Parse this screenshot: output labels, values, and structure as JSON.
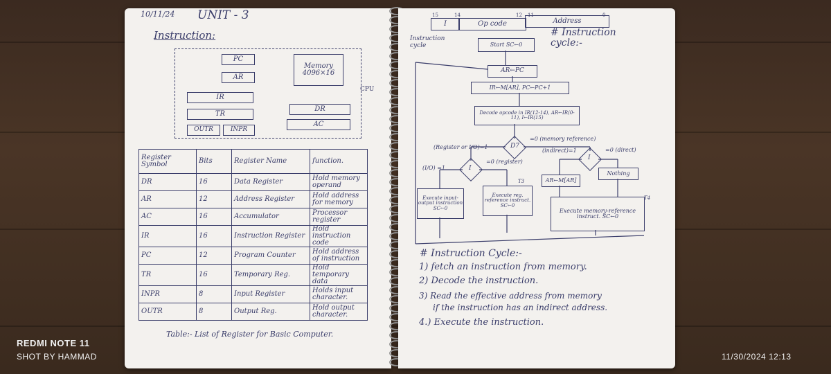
{
  "left_page": {
    "date": "10/11/24",
    "unit": "UNIT - 3",
    "heading": "Instruction:",
    "cpu_label": "CPU",
    "registers": {
      "pc": "PC",
      "ar": "AR",
      "ir": "IR",
      "tr": "TR",
      "outr": "OUTR",
      "inpr": "INPR",
      "dr": "DR",
      "ac": "AC"
    },
    "memory_line1": "Memory",
    "memory_line2": "4096×16",
    "table": {
      "headers": [
        "Register Symbol",
        "Bits",
        "Register Name",
        "function."
      ],
      "rows": [
        [
          "DR",
          "16",
          "Data Register",
          "Hold memory operand"
        ],
        [
          "AR",
          "12",
          "Address Register",
          "Hold address for memory"
        ],
        [
          "AC",
          "16",
          "Accumulator",
          "Processor register"
        ],
        [
          "IR",
          "16",
          "Instruction Register",
          "Hold instruction code"
        ],
        [
          "PC",
          "12",
          "Program Counter",
          "Hold address of instruction"
        ],
        [
          "TR",
          "16",
          "Temporary Reg.",
          "Hold temporary data"
        ],
        [
          "INPR",
          "8",
          "Input Register",
          "Holds input character."
        ],
        [
          "OUTR",
          "8",
          "Output Reg.",
          "Hold output character."
        ]
      ]
    },
    "caption": "Table:- List of Register for Basic Computer."
  },
  "right_page": {
    "format": {
      "bit15": "15",
      "bit14": "14",
      "bit12": "12",
      "bit11": "11",
      "bit0": "0",
      "i": "I",
      "opcode": "Op code",
      "address": "Address"
    },
    "instruction_cycle_label": "Instruction cycle",
    "heading": "# Instruction cycle:-",
    "flow": {
      "start": "Start SC←0",
      "t0": "AR←PC",
      "t1": "IR←M[AR], PC←PC+1",
      "t2": "Decode opcode in IR(12-14), AR←IR(0-11), I←IR(15)",
      "d7": "D7",
      "d7_left": "(Register or I/O)=1",
      "d7_right": "=0 (memory reference)",
      "i_left": "(I/O) =1",
      "i_mid": "=0 (register)",
      "i2_left": "(indirect)=1",
      "i2_right": "=0 (direct)",
      "i": "I",
      "exec_io": "Execute input-output instruction SC←0",
      "exec_reg": "Execute reg. reference instruct. SC←0",
      "ar_mem": "AR←M[AR]",
      "nothing": "Nothing",
      "exec_mem": "Execute memory-reference instruct. SC←0",
      "t3": "T3",
      "t4": "T4"
    },
    "steps_heading": "# Instruction Cycle:-",
    "steps": [
      "1) fetch an instruction from memory.",
      "2) Decode the instruction.",
      "3) Read the effective address from memory",
      "if the instruction has an indirect address.",
      "4.) Execute the instruction."
    ]
  },
  "footer": {
    "device": "REDMI NOTE 11",
    "shot_by": "SHOT BY HAMMAD",
    "datetime": "11/30/2024  12:13"
  }
}
